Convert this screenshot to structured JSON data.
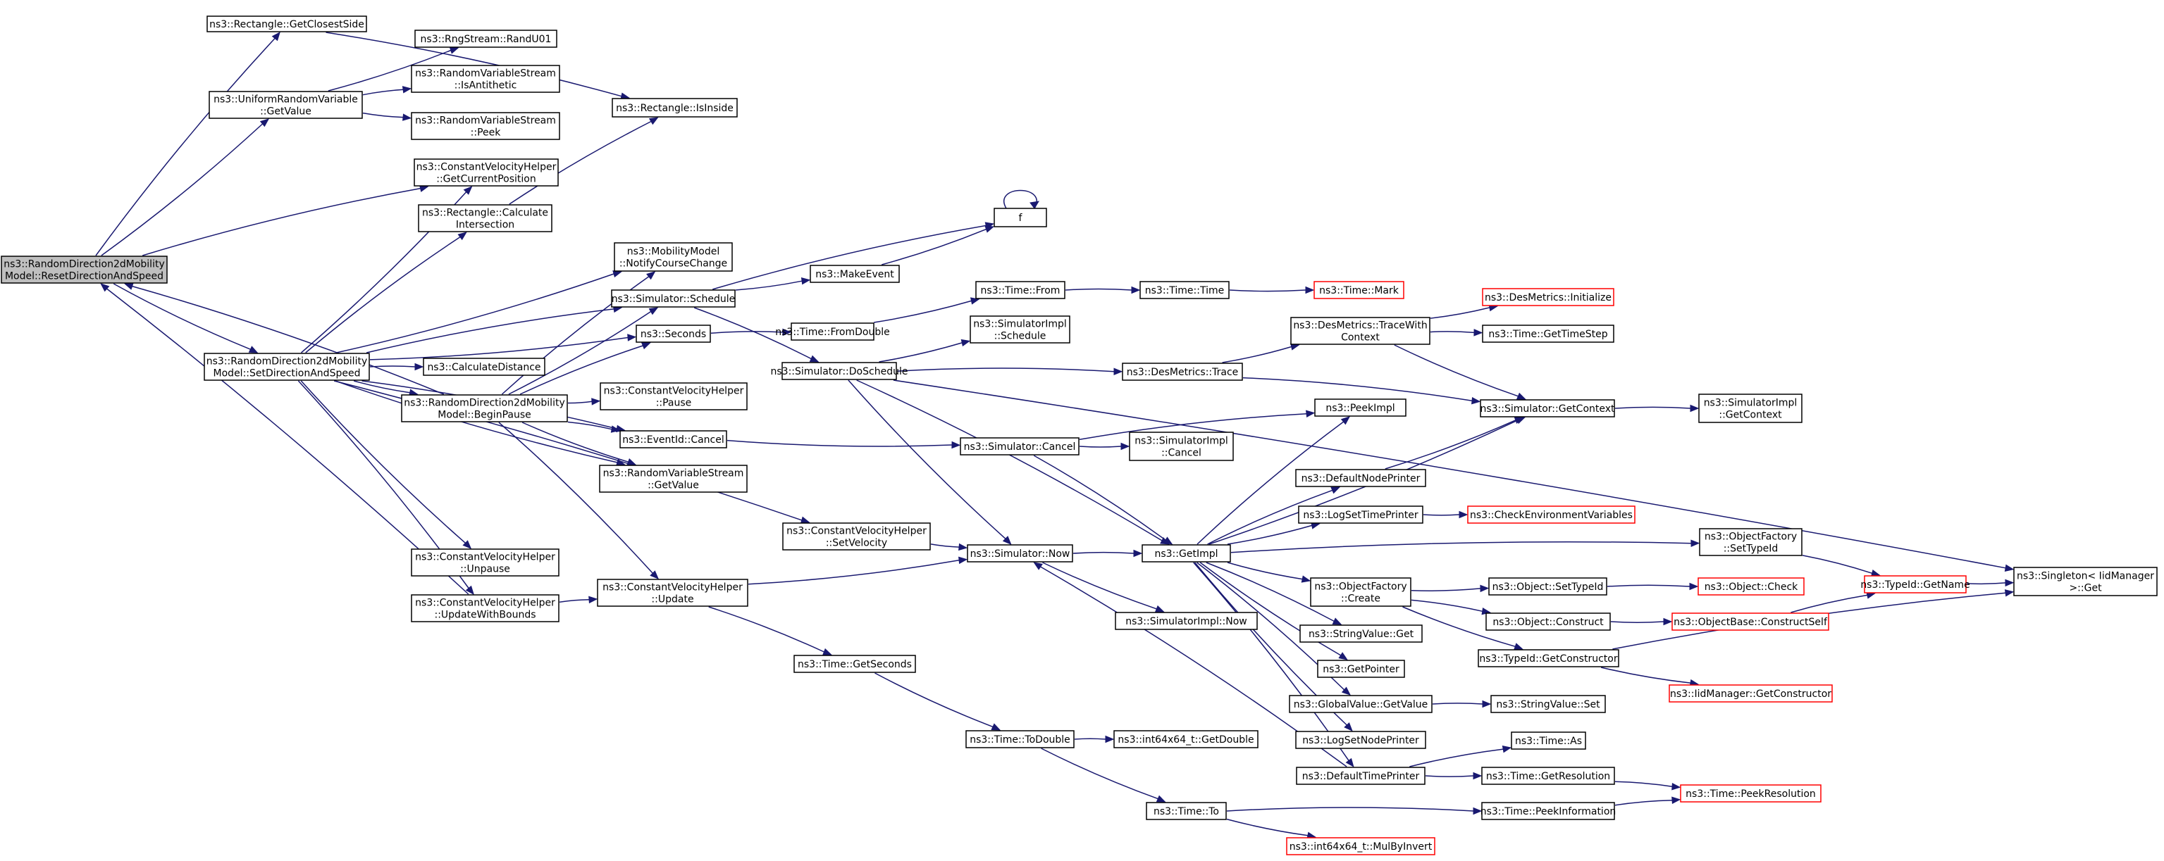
{
  "colors": {
    "edge": "#191970",
    "node_border": "#000000",
    "missing_border": "#ff0000",
    "root_fill": "#bfbfbf"
  },
  "nodes": [
    {
      "id": "root",
      "lines": [
        "ns3::RandomDirection2dMobility",
        "Model::ResetDirectionAndSpeed"
      ],
      "style": "root"
    },
    {
      "id": "rectClosest",
      "lines": [
        "ns3::Rectangle::GetClosestSide"
      ]
    },
    {
      "id": "uniformGet",
      "lines": [
        "ns3::UniformRandomVariable",
        "::GetValue"
      ]
    },
    {
      "id": "cvGetPos",
      "lines": [
        "ns3::ConstantVelocityHelper",
        "::GetCurrentPosition"
      ]
    },
    {
      "id": "rectCalc",
      "lines": [
        "ns3::Rectangle::Calculate",
        "Intersection"
      ]
    },
    {
      "id": "setDir",
      "lines": [
        "ns3::RandomDirection2dMobility",
        "Model::SetDirectionAndSpeed"
      ]
    },
    {
      "id": "rngRand",
      "lines": [
        "ns3::RngStream::RandU01"
      ]
    },
    {
      "id": "rvsAnti",
      "lines": [
        "ns3::RandomVariableStream",
        "::IsAntithetic"
      ]
    },
    {
      "id": "rvsPeek",
      "lines": [
        "ns3::RandomVariableStream",
        "::Peek"
      ]
    },
    {
      "id": "rectInside",
      "lines": [
        "ns3::Rectangle::IsInside"
      ]
    },
    {
      "id": "mmNotify",
      "lines": [
        "ns3::MobilityModel",
        "::NotifyCourseChange"
      ]
    },
    {
      "id": "simSchedule",
      "lines": [
        "ns3::Simulator::Schedule"
      ]
    },
    {
      "id": "seconds",
      "lines": [
        "ns3::Seconds"
      ]
    },
    {
      "id": "calcDist",
      "lines": [
        "ns3::CalculateDistance"
      ]
    },
    {
      "id": "beginPause",
      "lines": [
        "ns3::RandomDirection2dMobility",
        "Model::BeginPause"
      ]
    },
    {
      "id": "eventCancel",
      "lines": [
        "ns3::EventId::Cancel"
      ]
    },
    {
      "id": "rvsGetValue",
      "lines": [
        "ns3::RandomVariableStream",
        "::GetValue"
      ]
    },
    {
      "id": "cvPause",
      "lines": [
        "ns3::ConstantVelocityHelper",
        "::Pause"
      ]
    },
    {
      "id": "cvUnpause",
      "lines": [
        "ns3::ConstantVelocityHelper",
        "::Unpause"
      ]
    },
    {
      "id": "cvUpdateBounds",
      "lines": [
        "ns3::ConstantVelocityHelper",
        "::UpdateWithBounds"
      ]
    },
    {
      "id": "cvUpdate",
      "lines": [
        "ns3::ConstantVelocityHelper",
        "::Update"
      ]
    },
    {
      "id": "cvSetVel",
      "lines": [
        "ns3::ConstantVelocityHelper",
        "::SetVelocity"
      ]
    },
    {
      "id": "f",
      "lines": [
        "f"
      ]
    },
    {
      "id": "makeEvent",
      "lines": [
        "ns3::MakeEvent"
      ]
    },
    {
      "id": "timeFrom",
      "lines": [
        "ns3::Time::From"
      ]
    },
    {
      "id": "timeTime",
      "lines": [
        "ns3::Time::Time"
      ]
    },
    {
      "id": "timeMark",
      "lines": [
        "ns3::Time::Mark"
      ],
      "style": "missing"
    },
    {
      "id": "timeFromDouble",
      "lines": [
        "ns3::Time::FromDouble"
      ]
    },
    {
      "id": "simImplSchedule",
      "lines": [
        "ns3::SimulatorImpl",
        "::Schedule"
      ]
    },
    {
      "id": "simDoSchedule",
      "lines": [
        "ns3::Simulator::DoSchedule"
      ]
    },
    {
      "id": "desTrace",
      "lines": [
        "ns3::DesMetrics::Trace"
      ]
    },
    {
      "id": "desTraceWith",
      "lines": [
        "ns3::DesMetrics::TraceWith",
        "Context"
      ]
    },
    {
      "id": "desInit",
      "lines": [
        "ns3::DesMetrics::Initialize"
      ],
      "style": "missing"
    },
    {
      "id": "timeGetTimeStep",
      "lines": [
        "ns3::Time::GetTimeStep"
      ]
    },
    {
      "id": "simGetContext",
      "lines": [
        "ns3::Simulator::GetContext"
      ]
    },
    {
      "id": "simImplGetContext",
      "lines": [
        "ns3::SimulatorImpl",
        "::GetContext"
      ]
    },
    {
      "id": "simCancel",
      "lines": [
        "ns3::Simulator::Cancel"
      ]
    },
    {
      "id": "simImplCancel",
      "lines": [
        "ns3::SimulatorImpl",
        "::Cancel"
      ]
    },
    {
      "id": "peekImpl",
      "lines": [
        "ns3::PeekImpl"
      ]
    },
    {
      "id": "defaultNodePrinter",
      "lines": [
        "ns3::DefaultNodePrinter"
      ]
    },
    {
      "id": "logSetTimePrinter",
      "lines": [
        "ns3::LogSetTimePrinter"
      ]
    },
    {
      "id": "checkEnv",
      "lines": [
        "ns3::CheckEnvironmentVariables"
      ],
      "style": "missing"
    },
    {
      "id": "simNow",
      "lines": [
        "ns3::Simulator::Now"
      ]
    },
    {
      "id": "getImpl",
      "lines": [
        "ns3::GetImpl"
      ]
    },
    {
      "id": "ofSetTypeId",
      "lines": [
        "ns3::ObjectFactory",
        "::SetTypeId"
      ]
    },
    {
      "id": "ofCreate",
      "lines": [
        "ns3::ObjectFactory",
        "::Create"
      ]
    },
    {
      "id": "objSetTypeId",
      "lines": [
        "ns3::Object::SetTypeId"
      ]
    },
    {
      "id": "objCheck",
      "lines": [
        "ns3::Object::Check"
      ],
      "style": "missing"
    },
    {
      "id": "typeIdGetName",
      "lines": [
        "ns3::TypeId::GetName"
      ],
      "style": "missing"
    },
    {
      "id": "singletonGet",
      "lines": [
        "ns3::Singleton< IidManager",
        ">::Get"
      ]
    },
    {
      "id": "objConstruct",
      "lines": [
        "ns3::Object::Construct"
      ]
    },
    {
      "id": "objBaseConstructSelf",
      "lines": [
        "ns3::ObjectBase::ConstructSelf"
      ],
      "style": "missing"
    },
    {
      "id": "typeIdGetConstructor",
      "lines": [
        "ns3::TypeId::GetConstructor"
      ]
    },
    {
      "id": "iidGetConstructor",
      "lines": [
        "ns3::IidManager::GetConstructor"
      ],
      "style": "missing"
    },
    {
      "id": "simImplNow",
      "lines": [
        "ns3::SimulatorImpl::Now"
      ]
    },
    {
      "id": "stringValueGet",
      "lines": [
        "ns3::StringValue::Get"
      ]
    },
    {
      "id": "getPointer",
      "lines": [
        "ns3::GetPointer"
      ]
    },
    {
      "id": "globalValueGet",
      "lines": [
        "ns3::GlobalValue::GetValue"
      ]
    },
    {
      "id": "stringValueSet",
      "lines": [
        "ns3::StringValue::Set"
      ]
    },
    {
      "id": "logSetNodePrinter",
      "lines": [
        "ns3::LogSetNodePrinter"
      ]
    },
    {
      "id": "defaultTimePrinter",
      "lines": [
        "ns3::DefaultTimePrinter"
      ]
    },
    {
      "id": "timeAs",
      "lines": [
        "ns3::Time::As"
      ]
    },
    {
      "id": "timeGetResolution",
      "lines": [
        "ns3::Time::GetResolution"
      ]
    },
    {
      "id": "timePeekResolution",
      "lines": [
        "ns3::Time::PeekResolution"
      ],
      "style": "missing"
    },
    {
      "id": "timeGetSeconds",
      "lines": [
        "ns3::Time::GetSeconds"
      ]
    },
    {
      "id": "timeToDouble",
      "lines": [
        "ns3::Time::ToDouble"
      ]
    },
    {
      "id": "int64GetDouble",
      "lines": [
        "ns3::int64x64_t::GetDouble"
      ]
    },
    {
      "id": "timeTo",
      "lines": [
        "ns3::Time::To"
      ]
    },
    {
      "id": "timePeekInfo",
      "lines": [
        "ns3::Time::PeekInformation"
      ]
    },
    {
      "id": "int64MulByInvert",
      "lines": [
        "ns3::int64x64_t::MulByInvert"
      ],
      "style": "missing"
    }
  ],
  "edges": [
    [
      "root",
      "rectClosest"
    ],
    [
      "root",
      "uniformGet"
    ],
    [
      "root",
      "cvGetPos"
    ],
    [
      "root",
      "setDir"
    ],
    [
      "rectClosest",
      "rectInside"
    ],
    [
      "uniformGet",
      "rngRand"
    ],
    [
      "uniformGet",
      "rvsAnti"
    ],
    [
      "uniformGet",
      "rvsPeek"
    ],
    [
      "rectCalc",
      "rectInside"
    ],
    [
      "setDir",
      "cvGetPos"
    ],
    [
      "setDir",
      "rectCalc"
    ],
    [
      "setDir",
      "mmNotify"
    ],
    [
      "setDir",
      "simSchedule"
    ],
    [
      "setDir",
      "seconds"
    ],
    [
      "setDir",
      "calcDist"
    ],
    [
      "setDir",
      "beginPause"
    ],
    [
      "setDir",
      "eventCancel"
    ],
    [
      "setDir",
      "rvsGetValue"
    ],
    [
      "setDir",
      "cvSetVel"
    ],
    [
      "setDir",
      "cvUnpause"
    ],
    [
      "setDir",
      "cvUpdateBounds"
    ],
    [
      "beginPause",
      "root"
    ],
    [
      "beginPause",
      "mmNotify"
    ],
    [
      "beginPause",
      "simSchedule"
    ],
    [
      "beginPause",
      "seconds"
    ],
    [
      "beginPause",
      "cvPause"
    ],
    [
      "beginPause",
      "eventCancel"
    ],
    [
      "beginPause",
      "rvsGetValue"
    ],
    [
      "beginPause",
      "cvUpdate"
    ],
    [
      "cvUpdateBounds",
      "root"
    ],
    [
      "cvUpdateBounds",
      "cvUpdate"
    ],
    [
      "cvUpdate",
      "simNow"
    ],
    [
      "cvUpdate",
      "timeGetSeconds"
    ],
    [
      "cvSetVel",
      "simNow"
    ],
    [
      "simSchedule",
      "f"
    ],
    [
      "simSchedule",
      "makeEvent"
    ],
    [
      "simSchedule",
      "simDoSchedule"
    ],
    [
      "makeEvent",
      "f"
    ],
    [
      "seconds",
      "timeFromDouble"
    ],
    [
      "timeFromDouble",
      "timeFrom"
    ],
    [
      "timeFrom",
      "timeTime"
    ],
    [
      "timeTime",
      "timeMark"
    ],
    [
      "simDoSchedule",
      "singletonGet"
    ],
    [
      "simDoSchedule",
      "simImplSchedule"
    ],
    [
      "simDoSchedule",
      "desTrace"
    ],
    [
      "simDoSchedule",
      "simNow"
    ],
    [
      "simDoSchedule",
      "getImpl"
    ],
    [
      "desTrace",
      "desTraceWith"
    ],
    [
      "desTrace",
      "simGetContext"
    ],
    [
      "desTraceWith",
      "desInit"
    ],
    [
      "desTraceWith",
      "timeGetTimeStep"
    ],
    [
      "desTraceWith",
      "simGetContext"
    ],
    [
      "simGetContext",
      "simImplGetContext"
    ],
    [
      "eventCancel",
      "simCancel"
    ],
    [
      "simCancel",
      "peekImpl"
    ],
    [
      "simCancel",
      "simImplCancel"
    ],
    [
      "simCancel",
      "getImpl"
    ],
    [
      "defaultNodePrinter",
      "simGetContext"
    ],
    [
      "simNow",
      "getImpl"
    ],
    [
      "simNow",
      "simImplNow"
    ],
    [
      "getImpl",
      "peekImpl"
    ],
    [
      "getImpl",
      "simGetContext"
    ],
    [
      "getImpl",
      "defaultNodePrinter"
    ],
    [
      "getImpl",
      "logSetTimePrinter"
    ],
    [
      "getImpl",
      "ofSetTypeId"
    ],
    [
      "getImpl",
      "ofCreate"
    ],
    [
      "getImpl",
      "stringValueGet"
    ],
    [
      "getImpl",
      "getPointer"
    ],
    [
      "getImpl",
      "globalValueGet"
    ],
    [
      "getImpl",
      "logSetNodePrinter"
    ],
    [
      "getImpl",
      "defaultTimePrinter"
    ],
    [
      "logSetTimePrinter",
      "checkEnv"
    ],
    [
      "ofSetTypeId",
      "typeIdGetName"
    ],
    [
      "ofCreate",
      "objSetTypeId"
    ],
    [
      "ofCreate",
      "objConstruct"
    ],
    [
      "ofCreate",
      "typeIdGetConstructor"
    ],
    [
      "objSetTypeId",
      "objCheck"
    ],
    [
      "objConstruct",
      "objBaseConstructSelf"
    ],
    [
      "objBaseConstructSelf",
      "typeIdGetName"
    ],
    [
      "typeIdGetName",
      "singletonGet"
    ],
    [
      "typeIdGetConstructor",
      "singletonGet"
    ],
    [
      "typeIdGetConstructor",
      "iidGetConstructor"
    ],
    [
      "globalValueGet",
      "stringValueSet"
    ],
    [
      "defaultTimePrinter",
      "simNow"
    ],
    [
      "defaultTimePrinter",
      "timeAs"
    ],
    [
      "defaultTimePrinter",
      "timeGetResolution"
    ],
    [
      "timeGetResolution",
      "timePeekResolution"
    ],
    [
      "timeGetSeconds",
      "timeToDouble"
    ],
    [
      "timeToDouble",
      "int64GetDouble"
    ],
    [
      "timeToDouble",
      "timeTo"
    ],
    [
      "timeTo",
      "timePeekInfo"
    ],
    [
      "timeTo",
      "int64MulByInvert"
    ],
    [
      "timePeekInfo",
      "timePeekResolution"
    ],
    [
      "f",
      "f"
    ]
  ]
}
